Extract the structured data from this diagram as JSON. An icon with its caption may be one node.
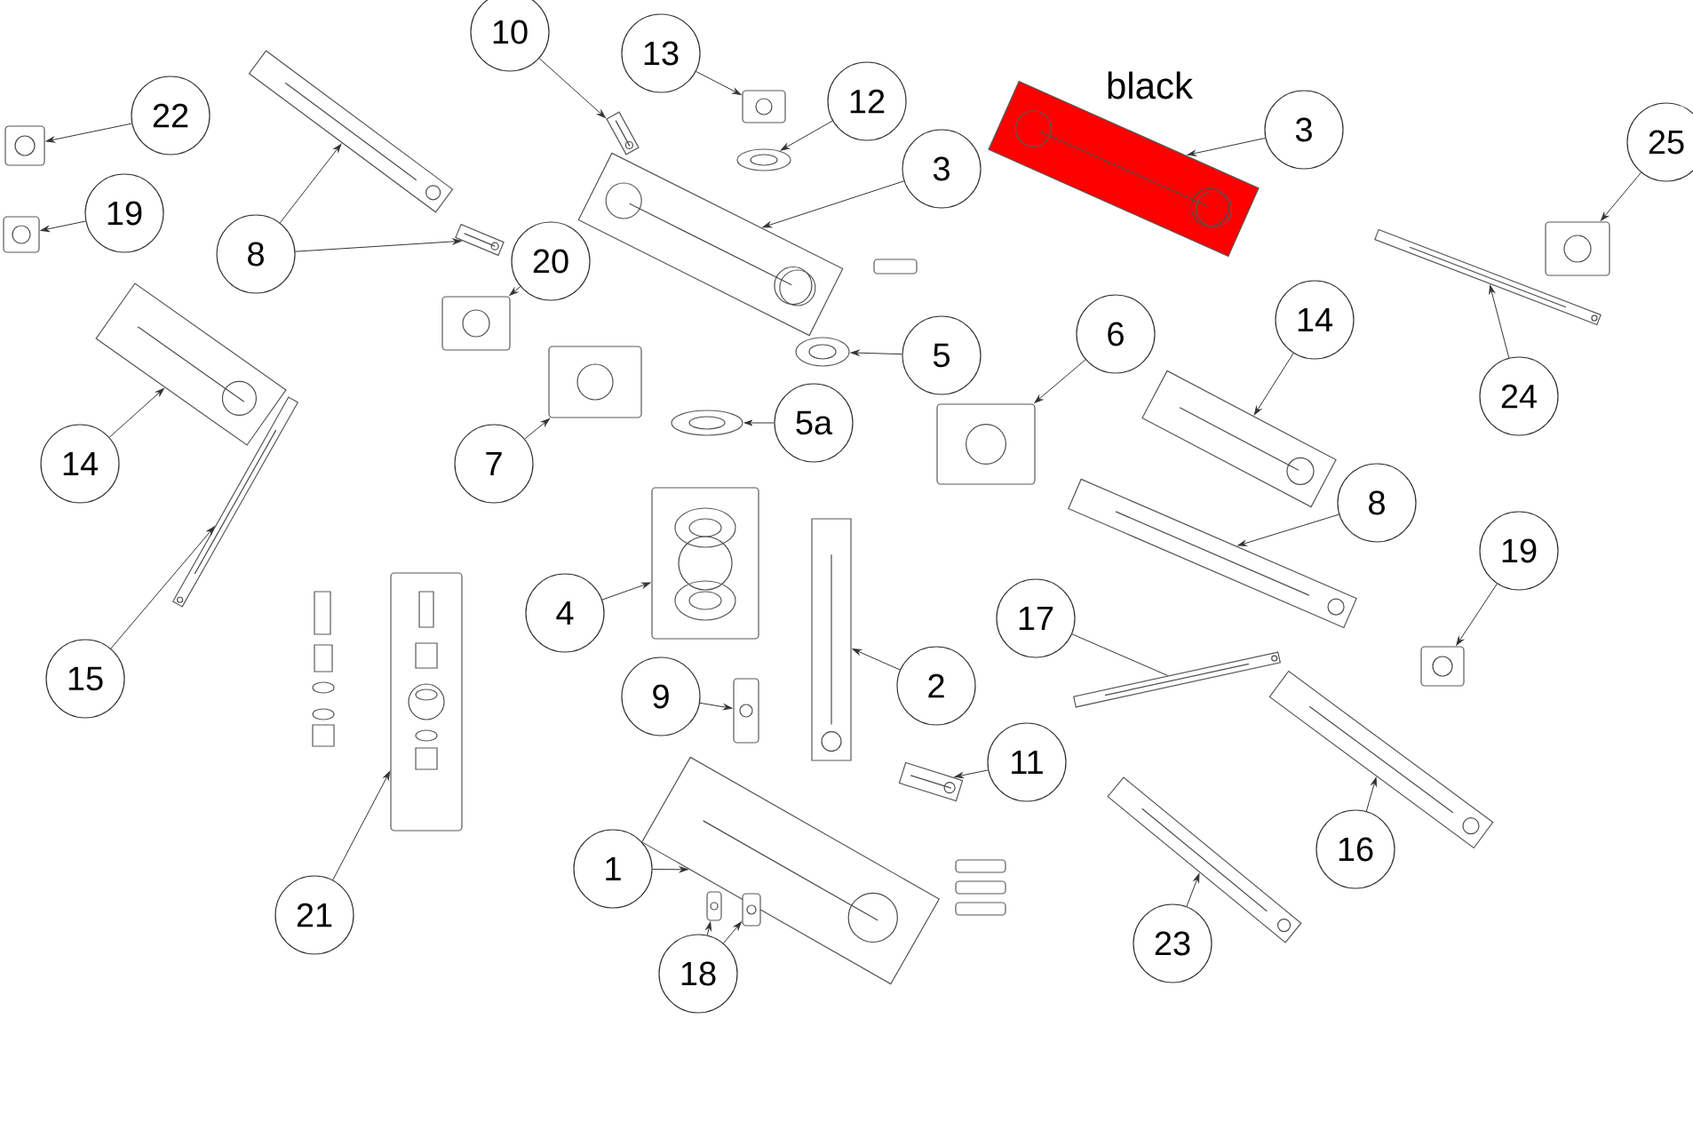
{
  "diagram": {
    "nodes": [
      {
        "text": [
          "10"
        ]
      },
      {
        "text": [
          "13"
        ]
      },
      {
        "text": [
          "22"
        ]
      },
      {
        "text": [
          "12"
        ]
      },
      {
        "text": [
          "3"
        ]
      },
      {
        "text": [
          "25"
        ]
      },
      {
        "text": [
          "3"
        ]
      },
      {
        "text": [
          "19"
        ]
      },
      {
        "text": [
          "8"
        ]
      },
      {
        "text": [
          "20"
        ]
      },
      {
        "text": [
          "5"
        ]
      },
      {
        "text": [
          "6"
        ]
      },
      {
        "text": [
          "14"
        ]
      },
      {
        "text": [
          "24"
        ]
      },
      {
        "text": [
          "14"
        ]
      },
      {
        "text": [
          "7"
        ]
      },
      {
        "text": [
          "5a"
        ]
      },
      {
        "text": [
          "8"
        ]
      },
      {
        "text": [
          "19"
        ]
      },
      {
        "text": [
          "4"
        ]
      },
      {
        "text": [
          "17"
        ]
      },
      {
        "text": [
          "15"
        ]
      },
      {
        "text": [
          "9"
        ]
      },
      {
        "text": [
          "2"
        ]
      },
      {
        "text": [
          "11"
        ]
      },
      {
        "text": [
          "1"
        ]
      },
      {
        "text": [
          "16"
        ]
      },
      {
        "text": [
          "21"
        ]
      },
      {
        "text": [
          "23"
        ]
      },
      {
        "text": [
          "18"
        ]
      },
      {
        "text": [],
        "shape": "picture"
      },
      {
        "text": [],
        "shape": "picture"
      },
      {
        "text": [],
        "shape": "picture"
      },
      {
        "text": [],
        "shape": "picture"
      },
      {
        "text": [],
        "shape": "picture"
      },
      {
        "text": [],
        "shape": "picture"
      },
      {
        "text": [],
        "shape": "picture"
      },
      {
        "text": [],
        "shape": "picture"
      },
      {
        "text": [],
        "shape": "picture"
      },
      {
        "text": [],
        "shape": "picture"
      },
      {
        "text": [],
        "shape": "picture"
      },
      {
        "text": [],
        "shape": "picture"
      },
      {
        "text": [],
        "shape": "picture"
      },
      {
        "text": [],
        "shape": "picture"
      },
      {
        "text": [],
        "shape": "picture"
      },
      {
        "text": [],
        "shape": "picture"
      },
      {
        "text": [],
        "shape": "picture"
      },
      {
        "text": [],
        "shape": "picture"
      },
      {
        "text": [],
        "shape": "picture"
      },
      {
        "text": [],
        "shape": "picture"
      },
      {
        "text": [],
        "shape": "picture"
      },
      {
        "text": [],
        "shape": "picture"
      },
      {
        "text": [],
        "shape": "picture"
      },
      {
        "text": [],
        "shape": "picture"
      },
      {
        "text": [],
        "shape": "picture"
      },
      {
        "text": [],
        "shape": "picture"
      },
      {
        "text": [],
        "shape": "picture"
      },
      {
        "text": [],
        "shape": "picture"
      },
      {
        "text": [],
        "shape": "picture"
      },
      {
        "text": [],
        "shape": "picture"
      },
      {
        "text": [],
        "shape": "picture"
      },
      {
        "text": [],
        "shape": "picture"
      }
    ],
    "edges": [
      {
        "from": 0,
        "to": 30,
        "arrow": "to"
      },
      {
        "from": 1,
        "to": 31,
        "arrow": "to"
      },
      {
        "from": 2,
        "to": 32,
        "arrow": "to"
      },
      {
        "from": 3,
        "to": 33,
        "arrow": "to"
      },
      {
        "from": 4,
        "to": 34,
        "arrow": "to"
      },
      {
        "from": 5,
        "to": 35,
        "arrow": "to"
      },
      {
        "from": 6,
        "to": 36,
        "arrow": "to"
      },
      {
        "from": 7,
        "to": 37,
        "arrow": "to"
      },
      {
        "from": 8,
        "to": 38,
        "arrow": "to"
      },
      {
        "from": 8,
        "to": 39,
        "arrow": "to"
      },
      {
        "from": 9,
        "to": 40,
        "arrow": "to"
      },
      {
        "from": 10,
        "to": 41,
        "arrow": "to"
      },
      {
        "from": 11,
        "to": 42,
        "arrow": "to"
      },
      {
        "from": 12,
        "to": 43,
        "arrow": "to"
      },
      {
        "from": 13,
        "to": 44,
        "arrow": "to"
      },
      {
        "from": 14,
        "to": 45,
        "arrow": "to"
      },
      {
        "from": 15,
        "to": 46,
        "arrow": "to"
      },
      {
        "from": 16,
        "to": 47,
        "arrow": "to"
      },
      {
        "from": 17,
        "to": 48,
        "arrow": "to"
      },
      {
        "from": 18,
        "to": 49,
        "arrow": "to"
      },
      {
        "from": 19,
        "to": 50,
        "arrow": "to"
      },
      {
        "from": 20,
        "to": 51,
        "arrow": "none"
      },
      {
        "from": 21,
        "to": 52,
        "arrow": "to"
      },
      {
        "from": 22,
        "to": 53,
        "arrow": "to"
      },
      {
        "from": 23,
        "to": 54,
        "arrow": "to"
      },
      {
        "from": 24,
        "to": 55,
        "arrow": "to"
      },
      {
        "from": 25,
        "to": 56,
        "arrow": "to"
      },
      {
        "from": 26,
        "to": 57,
        "arrow": "to"
      },
      {
        "from": 27,
        "to": 58,
        "arrow": "to"
      },
      {
        "from": 28,
        "to": 59,
        "arrow": "to"
      },
      {
        "from": 29,
        "to": 60,
        "arrow": "to"
      },
      {
        "from": 29,
        "to": 61,
        "arrow": "to"
      }
    ],
    "labels": [
      "black"
    ]
  }
}
